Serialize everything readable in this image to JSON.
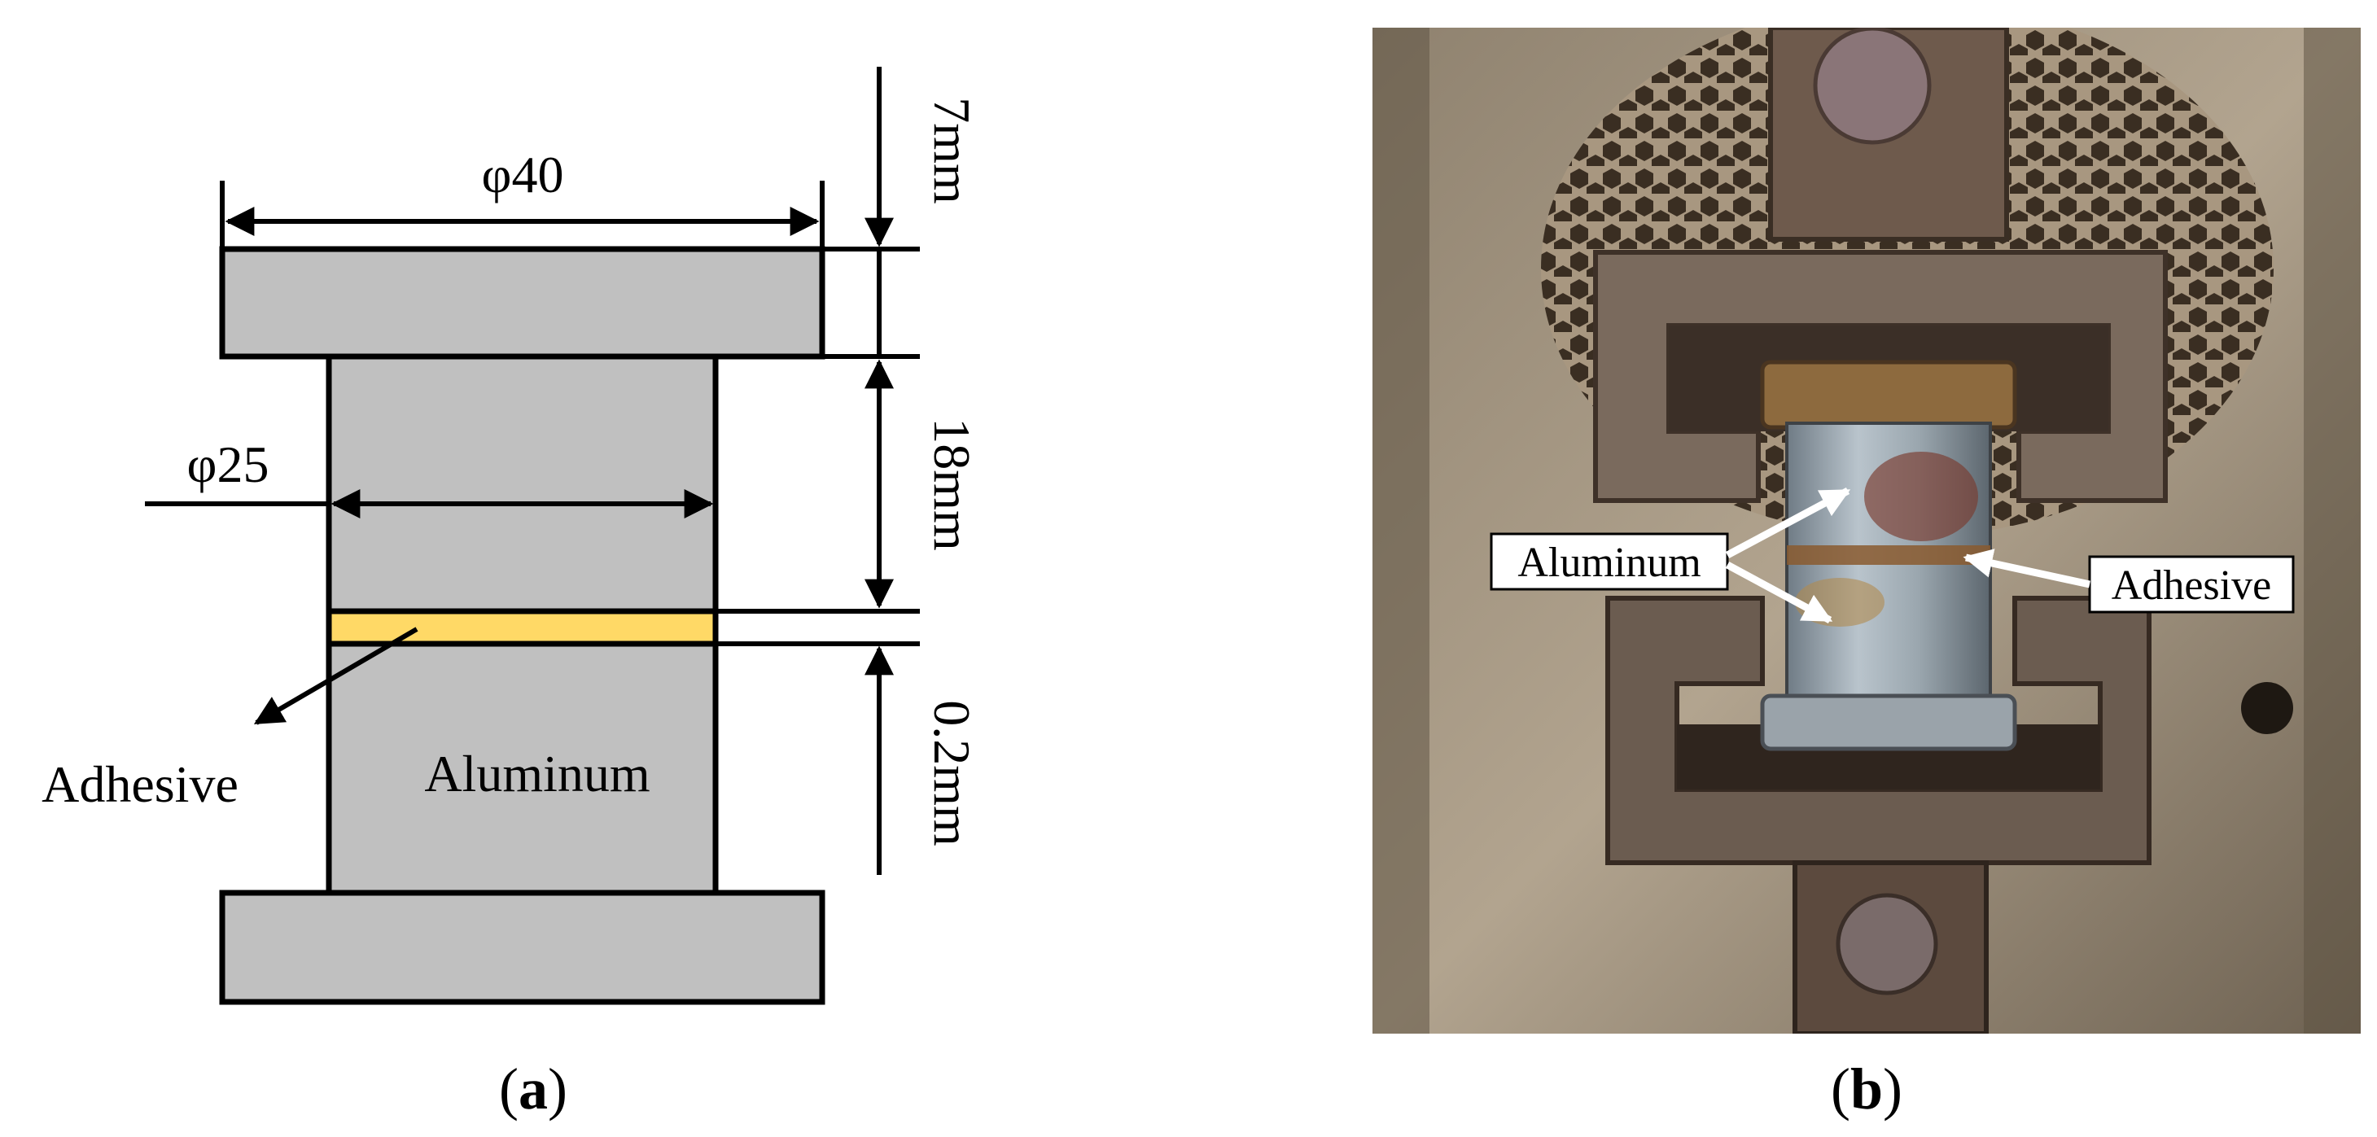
{
  "panel_a": {
    "caption_letter": "a",
    "dim_top_diameter": "φ40",
    "dim_neck_diameter": "φ25",
    "dim_flange_thickness": "7mm",
    "dim_neck_length": "18mm",
    "dim_adhesive_thickness": "0.2mm",
    "label_adhesive": "Adhesive",
    "label_aluminum": "Aluminum"
  },
  "panel_b": {
    "caption_letter": "b",
    "callout_aluminum": "Aluminum",
    "callout_adhesive": "Adhesive"
  },
  "colors": {
    "part_fill": "#c0c0c0",
    "adhesive_fill": "#ffd966",
    "outline": "#000000"
  }
}
